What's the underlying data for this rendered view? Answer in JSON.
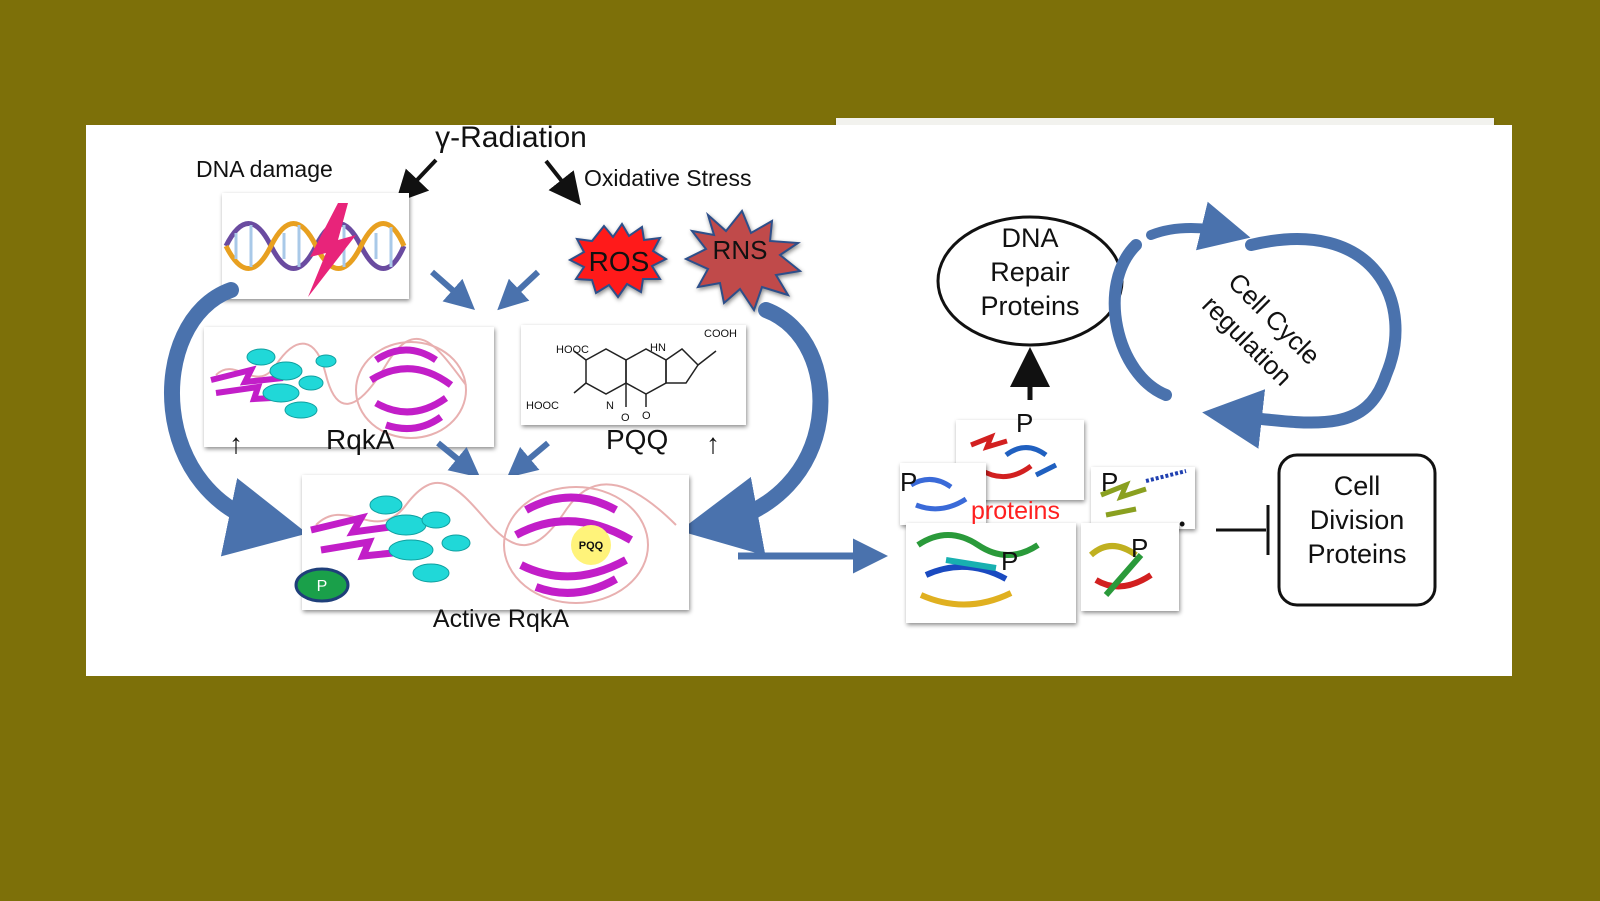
{
  "diagram": {
    "radiation": "γ-Radiation",
    "dna_damage": "DNA damage",
    "oxidative_stress": "Oxidative Stress",
    "ros": "ROS",
    "rns": "RNS",
    "rqka": "RqkA",
    "pqq": "PQQ",
    "up_arrow": "↑",
    "active_rqka": "Active RqkA",
    "p_badge": "P",
    "pqq_badge": "PQQ",
    "pqq_structure": {
      "hooc_top": "HOOC",
      "cooh": "COOH",
      "hn": "HN",
      "hooc_bottom": "HOOC",
      "n": "N",
      "o1": "O",
      "o2": "O"
    },
    "phospho_label": "P",
    "proteins": "proteins",
    "dna_repair": [
      "DNA",
      "Repair",
      "Proteins"
    ],
    "cell_cycle": [
      "Cell Cycle",
      "regulation"
    ],
    "cell_division": [
      "Cell",
      "Division",
      "Proteins"
    ]
  },
  "colors": {
    "background": "#7d7009",
    "arrow_blue": "#4a72ad",
    "ros": "#ff1a1a",
    "rns": "#c04a4a",
    "helix": "#20d8d8",
    "sheet": "#c21ec8",
    "proteins_text": "#ff2020"
  }
}
